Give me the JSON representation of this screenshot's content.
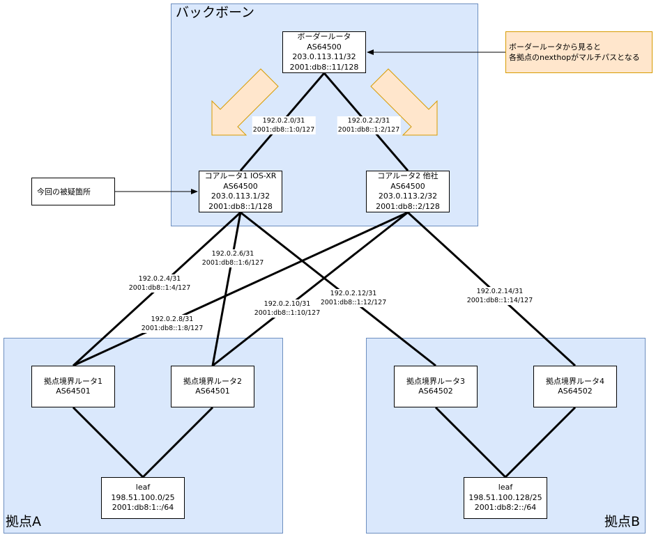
{
  "zones": {
    "backbone": "バックボーン",
    "site_a": "拠点A",
    "site_b": "拠点B"
  },
  "nodes": {
    "border_router": {
      "name": "ボーダールータ",
      "asn": "AS64500",
      "ipv4": "203.0.113.11/32",
      "ipv6": "2001:db8::11/128"
    },
    "core_router_1": {
      "name": "コアルータ1 IOS-XR",
      "asn": "AS64500",
      "ipv4": "203.0.113.1/32",
      "ipv6": "2001:db8::1/128"
    },
    "core_router_2": {
      "name": "コアルータ2 他社",
      "asn": "AS64500",
      "ipv4": "203.0.113.2/32",
      "ipv6": "2001:db8::2/128"
    },
    "edge_router_1": {
      "name": "拠点境界ルータ1",
      "asn": "AS64501"
    },
    "edge_router_2": {
      "name": "拠点境界ルータ2",
      "asn": "AS64501"
    },
    "edge_router_3": {
      "name": "拠点境界ルータ3",
      "asn": "AS64502"
    },
    "edge_router_4": {
      "name": "拠点境界ルータ4",
      "asn": "AS64502"
    },
    "leaf_a": {
      "name": "leaf",
      "ipv4": "198.51.100.0/25",
      "ipv6": "2001:db8:1::/64"
    },
    "leaf_b": {
      "name": "leaf",
      "ipv4": "198.51.100.128/25",
      "ipv6": "2001:db8:2::/64"
    }
  },
  "notes": {
    "issue_location": "今回の被疑箇所",
    "multipath_line1": "ボーダールータから見ると",
    "multipath_line2": "各拠点のnexthopがマルチパスとなる"
  },
  "links": {
    "br_cr1": {
      "ipv4": "192.0.2.0/31",
      "ipv6": "2001:db8::1:0/127"
    },
    "br_cr2": {
      "ipv4": "192.0.2.2/31",
      "ipv6": "2001:db8::1:2/127"
    },
    "cr1_er1": {
      "ipv4": "192.0.2.4/31",
      "ipv6": "2001:db8::1:4/127"
    },
    "cr1_er2": {
      "ipv4": "192.0.2.6/31",
      "ipv6": "2001:db8::1:6/127"
    },
    "cr2_er1": {
      "ipv4": "192.0.2.8/31",
      "ipv6": "2001:db8::1:8/127"
    },
    "cr2_er2": {
      "ipv4": "192.0.2.10/31",
      "ipv6": "2001:db8::1:10/127"
    },
    "cr1_er3": {
      "ipv4": "192.0.2.12/31",
      "ipv6": "2001:db8::1:12/127"
    },
    "cr2_er4": {
      "ipv4": "192.0.2.14/31",
      "ipv6": "2001:db8::1:14/127"
    }
  },
  "colors": {
    "zone_fill": "#dae8fc",
    "zone_border": "#6c8ebf",
    "arrow_fill": "#ffe6cc",
    "arrow_stroke": "#d79b00",
    "note_fill": "#ffe6cc"
  }
}
